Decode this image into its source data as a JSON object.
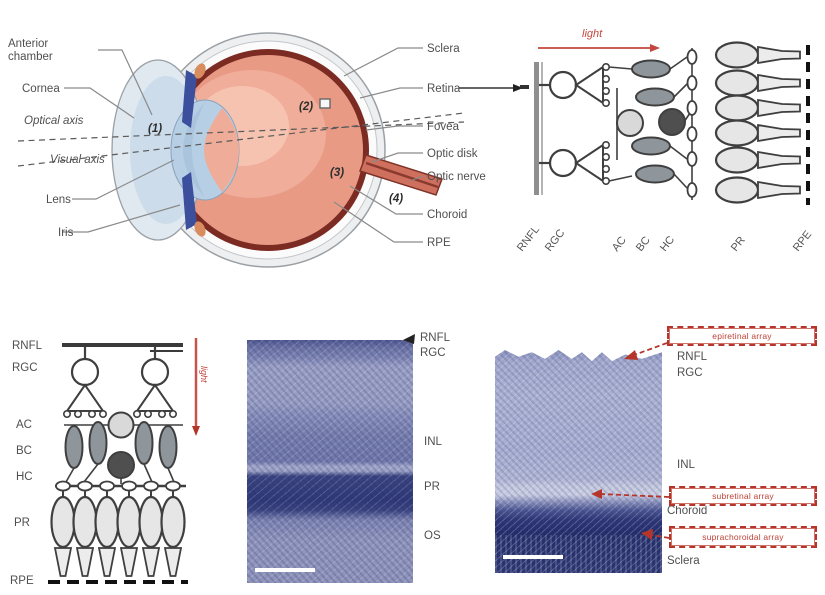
{
  "palette": {
    "accent_red": "#c2473e",
    "annotation_red": "#b5352b",
    "label_gray": "#4f4f4f",
    "eye_interior": "#e89a85",
    "eye_ring_dark": "#7c2b22",
    "cornea_blue": "#ccdcea",
    "histology_dark_blue": "#2e3877",
    "histology_light_blue": "#9ba1c6"
  },
  "eye": {
    "anterior_chamber_line1": "Anterior",
    "anterior_chamber_line2": "chamber",
    "cornea": "Cornea",
    "optical_axis": "Optical axis",
    "visual_axis": "Visual axis",
    "lens": "Lens",
    "iris": "Iris",
    "sclera": "Sclera",
    "retina": "Retina",
    "fovea": "Fovea",
    "optic_disk": "Optic disk",
    "optic_nerve": "Optic nerve",
    "choroid": "Choroid",
    "rpe": "RPE",
    "marker_1": "(1)",
    "marker_2": "(2)",
    "marker_3": "(3)",
    "marker_4": "(4)"
  },
  "circuit_top": {
    "light": "light",
    "rnfl": "RNFL",
    "rgc": "RGC",
    "ac": "AC",
    "bc": "BC",
    "hc": "HC",
    "pr": "PR",
    "rpe": "RPE"
  },
  "circuit_side": {
    "light": "light",
    "rnfl": "RNFL",
    "rgc": "RGC",
    "ac": "AC",
    "bc": "BC",
    "hc": "HC",
    "pr": "PR",
    "rpe": "RPE"
  },
  "hist_mid": {
    "rnfl": "RNFL",
    "rgc": "RGC",
    "inl": "INL",
    "pr": "PR",
    "os": "OS"
  },
  "hist_right": {
    "rnfl": "RNFL",
    "rgc": "RGC",
    "inl": "INL",
    "choroid": "Choroid",
    "sclera": "Sclera",
    "epiretinal": "epiretinal array",
    "subretinal": "subretinal array",
    "suprachoroidal": "suprachoroidal array"
  }
}
